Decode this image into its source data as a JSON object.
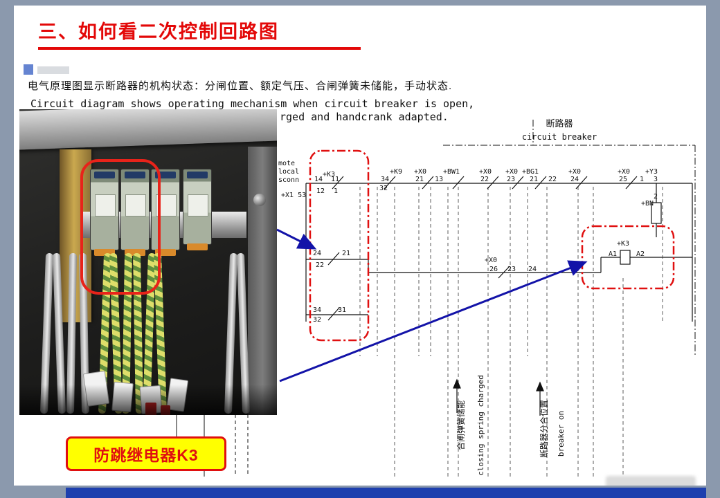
{
  "slide": {
    "title": "三、如何看二次控制回路图",
    "line_cn": "电气原理图显示断路器的机构状态：分闸位置、额定气压、合闸弹簧未储能，手动状态.",
    "line_en1": "Circuit diagram shows operating mechanism when circuit breaker is open,",
    "line_en2": "rged and handcrank adapted.",
    "callout": "防跳继电器K3"
  },
  "colors": {
    "accent_red": "#e30808",
    "highlight_red": "#e01010",
    "callout_bg": "#ffff00",
    "frame_gray": "#8b99ad",
    "bottom_bar_blue": "#1d3fae",
    "arrow_blue": "#1313a8"
  },
  "diagram": {
    "texts": [
      "断路器",
      "circuit breaker",
      "mote",
      "local",
      "sconn",
      "+X1 53",
      "+K3",
      "14",
      "11",
      "12",
      "1",
      "34",
      "32",
      "+K9",
      "+X0",
      "21",
      "13",
      "+BW1",
      "+X0",
      "22",
      "+X0",
      "23",
      "+BG1",
      "21",
      "22",
      "+X0",
      "24",
      "+X0",
      "25",
      "+Y3",
      "1",
      "3",
      "+BN",
      "2",
      "24",
      "21",
      "22",
      "+X0",
      "26",
      "23",
      "24",
      "+K3",
      "A1",
      "A2",
      "34",
      "31",
      "32",
      "合闸弹簧储能",
      "closing spring charged",
      "断路器分合位置",
      "breaker on"
    ]
  }
}
